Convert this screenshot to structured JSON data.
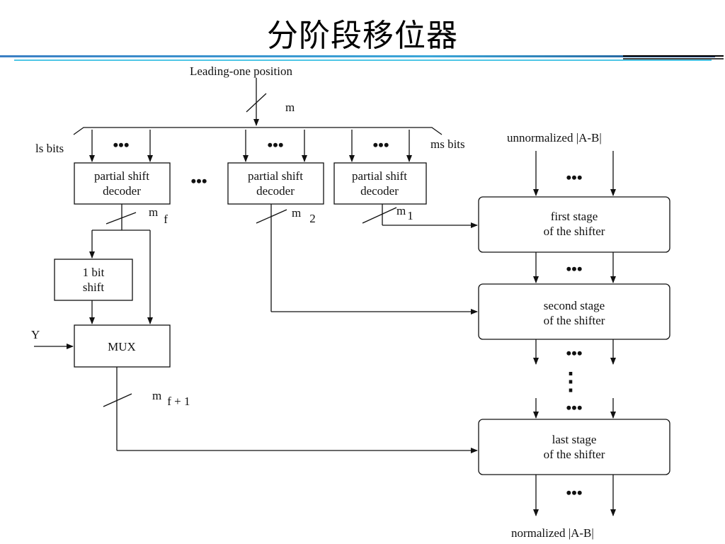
{
  "slide": {
    "title": "分阶段移位器"
  },
  "diagram": {
    "leading_one": "Leading-one position",
    "bus_m": "m",
    "ls_bits": "ls bits",
    "ms_bits": "ms bits",
    "decoder_f": {
      "line1": "partial shift",
      "line2": "decoder"
    },
    "decoder_2": {
      "line1": "partial shift",
      "line2": "decoder"
    },
    "decoder_1": {
      "line1": "partial shift",
      "line2": "decoder"
    },
    "mf": {
      "base": "m",
      "sub": "f"
    },
    "m2": {
      "base": "m",
      "sub": "2"
    },
    "m1": {
      "base": "m",
      "sub": "1"
    },
    "one_bit": {
      "line1": "1 bit",
      "line2": "shift"
    },
    "y_input": "Y",
    "mux": "MUX",
    "mf1": {
      "base": "m",
      "sub": "f + 1"
    },
    "unnormalized": "unnormalized |A-B|",
    "first_stage": {
      "line1": "first stage",
      "line2": "of the shifter"
    },
    "second_stage": {
      "line1": "second stage",
      "line2": "of the shifter"
    },
    "last_stage": {
      "line1": "last stage",
      "line2": "of the shifter"
    },
    "normalized": "normalized |A-B|",
    "ellipsis": "•••",
    "vdots": "⋮"
  },
  "colors": {
    "rule_blue": "#3a7fc4",
    "rule_cyan": "#4fc7e6",
    "rule_dark": "#000000"
  }
}
